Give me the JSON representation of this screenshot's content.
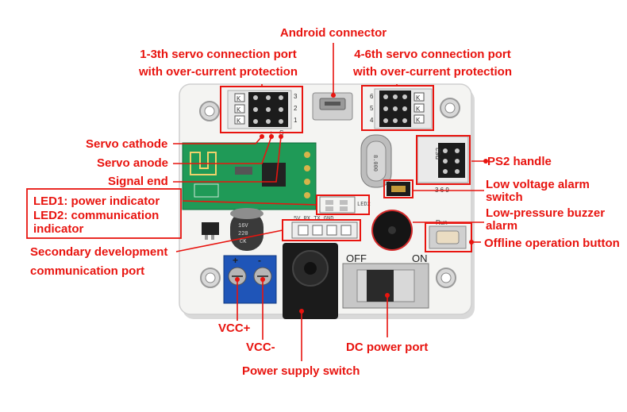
{
  "labels": {
    "android_connector": "Android connector",
    "servo_1_3_line1": "1-3th servo connection port",
    "servo_1_3_line2": "with over-current protection",
    "servo_4_6_line1": "4-6th servo connection port",
    "servo_4_6_line2": "with over-current protection",
    "servo_cathode": "Servo cathode",
    "servo_anode": "Servo anode",
    "signal_end": "Signal end",
    "ps2_handle": "PS2 handle",
    "low_voltage_line1": "Low voltage alarm",
    "low_voltage_line2": "switch",
    "buzzer_line1": "Low-pressure buzzer",
    "buzzer_line2": "alarm",
    "offline_button": "Offline operation button",
    "led1": "LED1: power indicator",
    "led2_line1": "LED2: communication",
    "led2_line2": "indicator",
    "secondary_line1": "Secondary development",
    "secondary_line2": "communication port",
    "vcc_plus": "VCC+",
    "vcc_minus": "VCC-",
    "power_switch": "Power supply switch",
    "dc_port": "DC power port"
  },
  "silkscreen": {
    "off": "OFF",
    "on": "ON",
    "run": "Run",
    "ps2": "PS2",
    "crystal": "8.000",
    "cap_line1": "16V",
    "cap_line2": "220",
    "cap_line3": "CK",
    "uart": "5V RX TX GND",
    "led_code": "LED2",
    "plus": "+",
    "minus": "-"
  },
  "colors": {
    "label_red": "#e8140f",
    "board_white": "#f4f4f2",
    "bluetooth_green": "#1f9a57",
    "terminal_blue": "#1f55b8"
  }
}
